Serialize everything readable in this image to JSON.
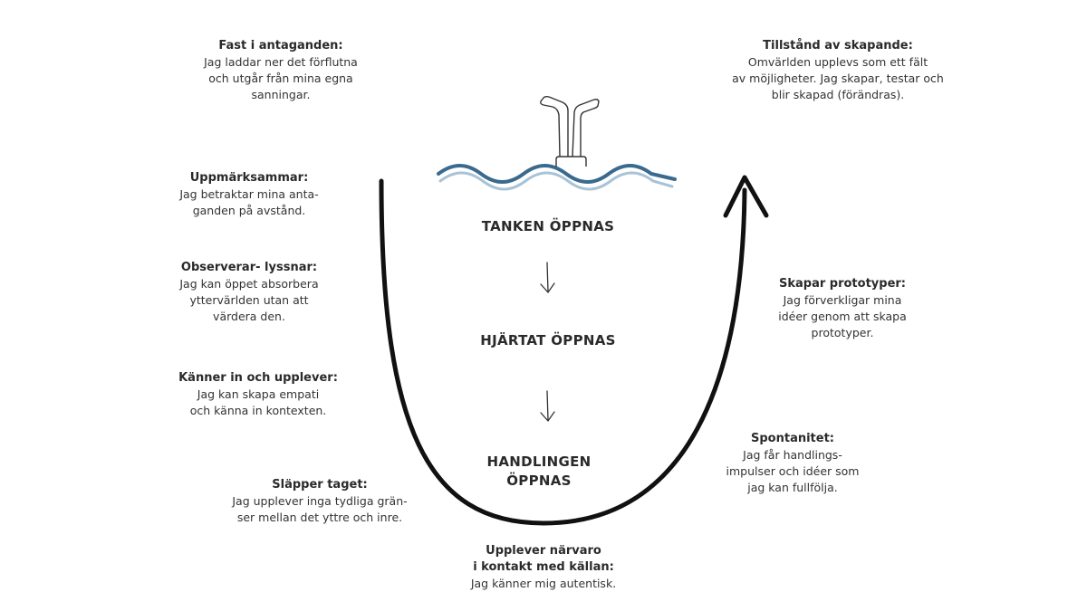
{
  "labels": {
    "fast": {
      "title": "Fast i antaganden:",
      "body": "Jag laddar ner det förflutna\noch utgår från mina egna\nsanningar."
    },
    "uppmarksammar": {
      "title": "Uppmärksammar:",
      "body": "Jag betraktar mina anta-\nganden på avstånd."
    },
    "observerar": {
      "title": "Observerar- lyssnar:",
      "body": "Jag kan öppet absorbera\nyttervärlden utan att\nvärdera den."
    },
    "kanner": {
      "title": "Känner in och upplever:",
      "body": "Jag kan skapa empati\noch känna in kontexten."
    },
    "slapper": {
      "title": "Släpper taget:",
      "body": "Jag upplever inga tydliga grän-\nser mellan det yttre och inre."
    },
    "narvaro": {
      "title": "Upplever närvaro\ni kontakt med källan:",
      "body": "Jag känner mig autentisk."
    },
    "spontanitet": {
      "title": "Spontanitet:",
      "body": "Jag får handlings-\nimpulser och idéer som\njag kan fullfölja."
    },
    "prototyper": {
      "title": "Skapar prototyper:",
      "body": "Jag förverkligar mina\nidéer genom att skapa\nprototyper."
    },
    "tillstand": {
      "title": "Tillstånd av skapande:",
      "body": "Omvärlden upplevs som ett fält\nav möjligheter. Jag skapar, testar och\nblir skapad (förändras)."
    }
  },
  "stages": {
    "tanken": "TANKEN ÖPPNAS",
    "hjartat": "HJÄRTAT ÖPPNAS",
    "handlingen": "HANDLINGEN\nÖPPNAS"
  },
  "colors": {
    "wave_dark": "#3a6a8e",
    "wave_light": "#a9c3d6",
    "curve": "#111111",
    "text": "#333333"
  }
}
